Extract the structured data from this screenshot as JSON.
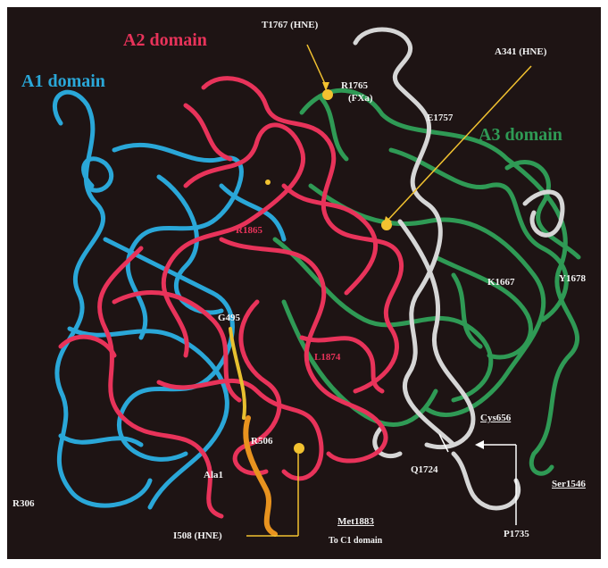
{
  "domains": {
    "a1": {
      "label": "A1 domain",
      "color": "#2aa7d8"
    },
    "a2": {
      "label": "A2 domain",
      "color": "#e8335a"
    },
    "a3": {
      "label": "A3 domain",
      "color": "#2f9a55"
    }
  },
  "residues": {
    "t1767": "T1767 (HNE)",
    "r1765": "R1765",
    "fxa": "(FXa)",
    "a341": "A341 (HNE)",
    "e1757": "E1757",
    "r1865": "R1865",
    "k1667": "K1667",
    "y1678": "Y1678",
    "g495": "G495",
    "l1874": "L1874",
    "cys656": "Cys656",
    "r506": "R506",
    "ala1": "Ala1",
    "q1724": "Q1724",
    "r306": "R306",
    "met1883": "Met1883",
    "to_c1": "To C1 domain",
    "p1735": "P1735",
    "ser1546": "Ser1546",
    "i508": "I508 (HNE)"
  },
  "colors": {
    "background": "#1e1414",
    "white_strand": "#d6d6d6",
    "marker": "#f2c230",
    "orange": "#e8931f"
  }
}
